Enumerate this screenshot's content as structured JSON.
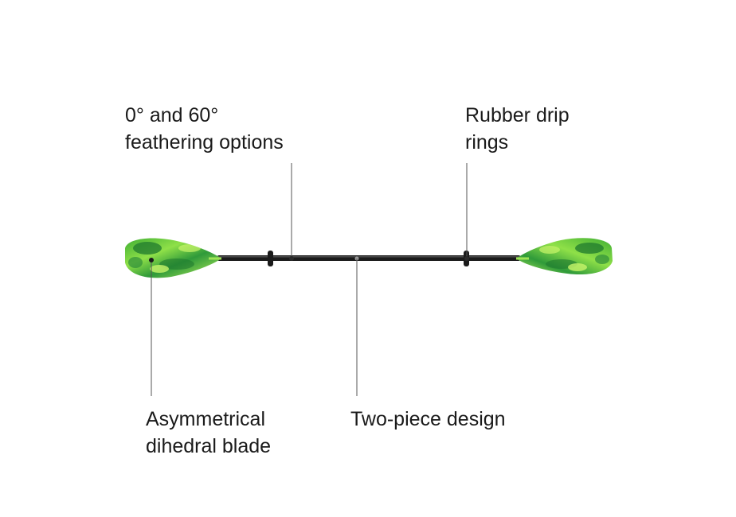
{
  "diagram": {
    "subject": "kayak paddle",
    "colors": {
      "blade_green": "#5fc43a",
      "blade_dark": "#1f7a2e",
      "blade_light": "#b6ee5a",
      "shaft": "#1b1b1b",
      "leader_line": "#555555",
      "text": "#1a1a1a"
    },
    "callouts": {
      "feathering": {
        "line1": "0° and 60°",
        "line2": "feathering options"
      },
      "drip_rings": {
        "line1": "Rubber drip",
        "line2": "rings"
      },
      "blade": {
        "line1": "Asymmetrical",
        "line2": "dihedral blade"
      },
      "two_piece": {
        "line1": "Two-piece design"
      }
    }
  }
}
